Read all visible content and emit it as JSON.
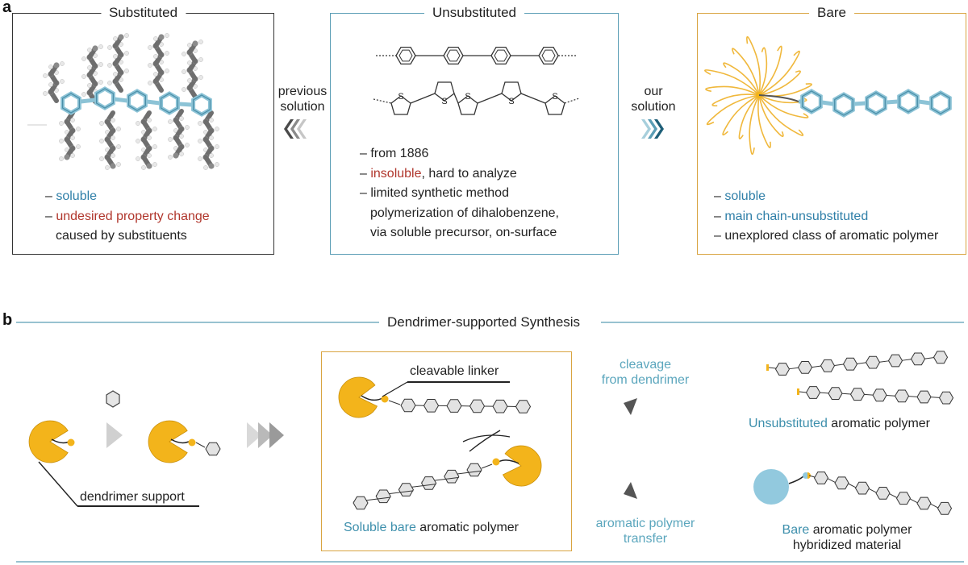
{
  "panel_a": {
    "letter": "a",
    "substituted": {
      "title": "Substituted",
      "bullet1_dash": "– ",
      "bullet1": "soluble",
      "bullet2_dash": "– ",
      "bullet2": "undesired property change",
      "bullet2_cont": "caused by substituents"
    },
    "previous_solution": {
      "line1": "previous",
      "line2": "solution"
    },
    "unsubstituted": {
      "title": "Unsubstituted",
      "thiophene_atom": "S",
      "bullet1": "– from 1886",
      "bullet2_dash": "– ",
      "bullet2_red": "insoluble",
      "bullet2_rest": ", hard to analyze",
      "bullet3": "– limited synthetic method",
      "bullet3_cont1": "polymerization of  dihalobenzene,",
      "bullet3_cont2": "via soluble precursor, on-surface"
    },
    "our_solution": {
      "line1": "our",
      "line2": "solution"
    },
    "bare": {
      "title": "Bare",
      "bullet1_dash": "– ",
      "bullet1": "soluble",
      "bullet2_dash": "– ",
      "bullet2": "main chain-unsubstituted",
      "bullet3": "– unexplored class of aromatic polymer"
    }
  },
  "panel_b": {
    "letter": "b",
    "title": "Dendrimer-supported Synthesis",
    "dendrimer_support": "dendrimer support",
    "cleavable_linker": "cleavable linker",
    "soluble_bare_teal": "Soluble bare",
    "soluble_bare_rest": " aromatic polymer",
    "cleavage_line1": "cleavage",
    "cleavage_line2": "from dendrimer",
    "transfer_line1": "aromatic polymer",
    "transfer_line2": "transfer",
    "unsub_teal": "Unsubstituted",
    "unsub_rest": " aromatic polymer",
    "bare_teal": "Bare",
    "bare_rest": " aromatic polymer",
    "bare_line2": "hybridized material"
  },
  "colors": {
    "teal": "#4a9bb5",
    "blue": "#2f7fa8",
    "red": "#b0362c",
    "gold": "#f3b41b",
    "gold_border": "#d9a441",
    "light_blue": "#92c9de",
    "gray_hex": "#dcdcdc"
  }
}
